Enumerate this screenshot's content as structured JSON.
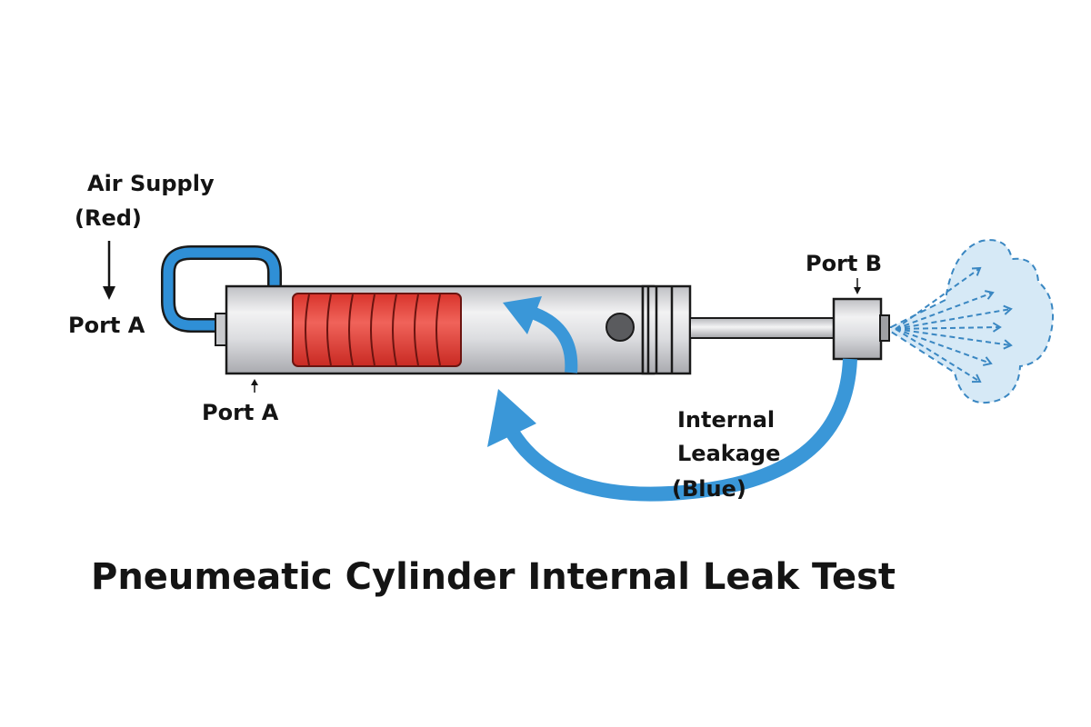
{
  "title": "Pneumeatic Cylinder Internal Leak Test",
  "labels": {
    "air_supply_line1": "Air Supply",
    "air_supply_line2": "(Red)",
    "port_a_left": "Port A",
    "port_a_bottom": "Port A",
    "port_b": "Port B",
    "leak_line1": "Internal",
    "leak_line2": "Leakage",
    "leak_line3": "(Blue)"
  },
  "colors": {
    "air_hose": "#2f8fd6",
    "leak_arrow": "#3a97d8",
    "piston_red": "#e8453c",
    "cylinder_body": "#d4d5d8",
    "spray_fill": "#d6e9f6",
    "spray_stroke": "#3a87c2",
    "outline": "#1a1a1a",
    "text": "#141414"
  },
  "components": [
    {
      "name": "Air supply hose",
      "connects_to": "Port A"
    },
    {
      "name": "Cylinder barrel"
    },
    {
      "name": "Piston (red)"
    },
    {
      "name": "Piston rod"
    },
    {
      "name": "Rod-end cap",
      "port": "Port B"
    },
    {
      "name": "Air leak spray",
      "at": "Port B exhaust"
    },
    {
      "name": "Internal leakage path (blue arrow)",
      "from": "Port B",
      "to": "Port A side"
    }
  ]
}
